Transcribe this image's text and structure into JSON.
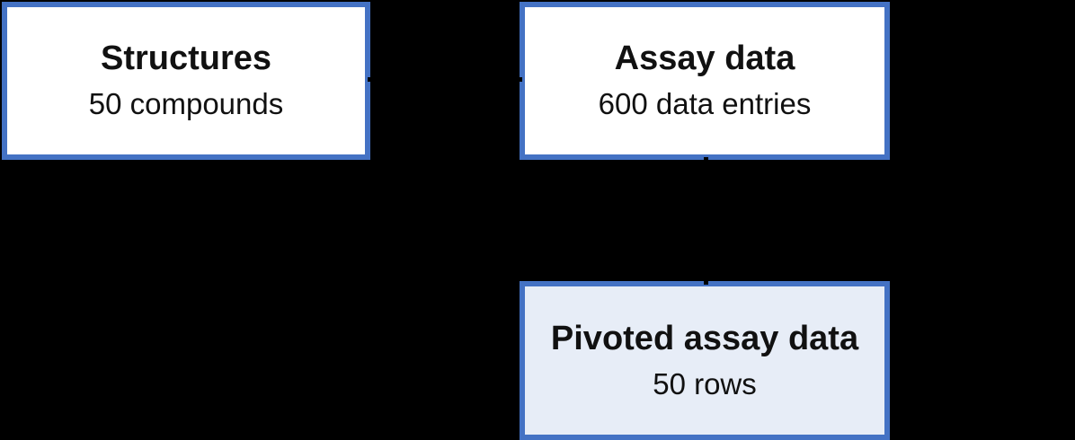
{
  "diagram": {
    "nodes": {
      "structures": {
        "title": "Structures",
        "subtitle": "50 compounds"
      },
      "assay_data": {
        "title": "Assay data",
        "subtitle": "600 data entries"
      },
      "pivoted_assay_data": {
        "title": "Pivoted assay data",
        "subtitle": "50 rows"
      }
    },
    "connectors": [
      {
        "name": "structures-to-assay-data",
        "orientation": "horizontal"
      },
      {
        "name": "assay-data-to-pivoted-assay-data",
        "orientation": "vertical"
      }
    ]
  },
  "colors": {
    "background": "#000000",
    "box_border": "#4472C4",
    "box_fill": "#FFFFFF",
    "pivoted_box_fill": "#E7EDF7",
    "connector": "#000000",
    "text": "#111111"
  }
}
